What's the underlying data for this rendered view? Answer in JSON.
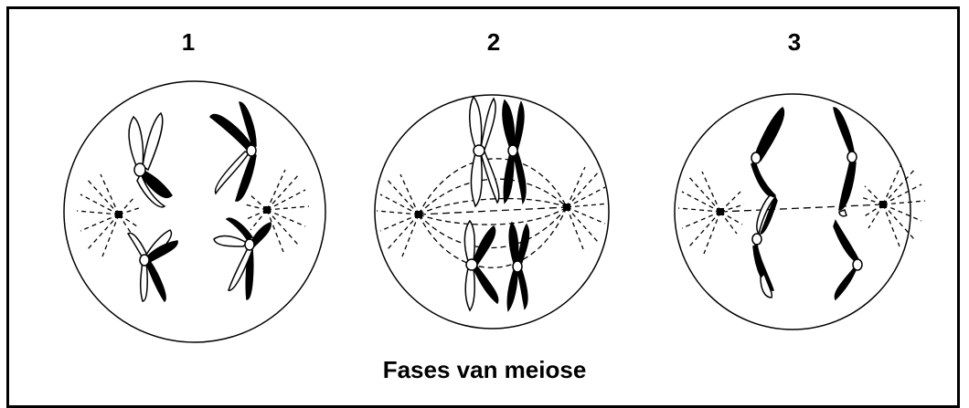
{
  "labels": {
    "phase_1": "1",
    "phase_2": "2",
    "phase_3": "3"
  },
  "caption": "Fases van meiose",
  "colors": {
    "ink": "#000000",
    "paper": "#ffffff"
  }
}
